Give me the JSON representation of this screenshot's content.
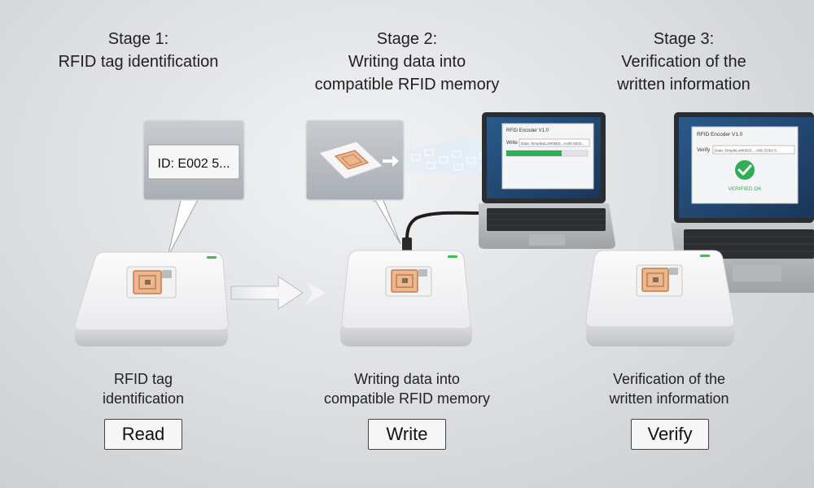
{
  "stages": [
    {
      "title_lines": [
        "Stage 1:",
        "RFID tag identification"
      ],
      "caption_lines": [
        "RFID tag",
        "identification"
      ],
      "button": "Read",
      "callout": "ID: E002 5..."
    },
    {
      "title_lines": [
        "Stage 2:",
        "Writing data into",
        "compatible RFID memory"
      ],
      "caption_lines": [
        "Writing data into",
        "compatible RFID memory"
      ],
      "button": "Write",
      "laptop": {
        "window_title": "RFID Encoder V1.0",
        "field_label": "Write",
        "field_value": "Data: Simple&Lot#0003...Ax00 0023..."
      }
    },
    {
      "title_lines": [
        "Stage 3:",
        "Verification of the",
        "written information"
      ],
      "caption_lines": [
        "Verification of the",
        "written information"
      ],
      "button": "Verify",
      "laptop": {
        "window_title": "RFID Encoder V1.0",
        "field_label": "Verify",
        "field_value": "Data: SimpleLot#0023 ...A09, E002 5...",
        "status": "VERIFIED OK"
      }
    }
  ],
  "colors": {
    "verified": "#2fae55",
    "progress": "#2fae55",
    "tag_copper": "#c8794a",
    "reader_led": "#3cc14a"
  }
}
